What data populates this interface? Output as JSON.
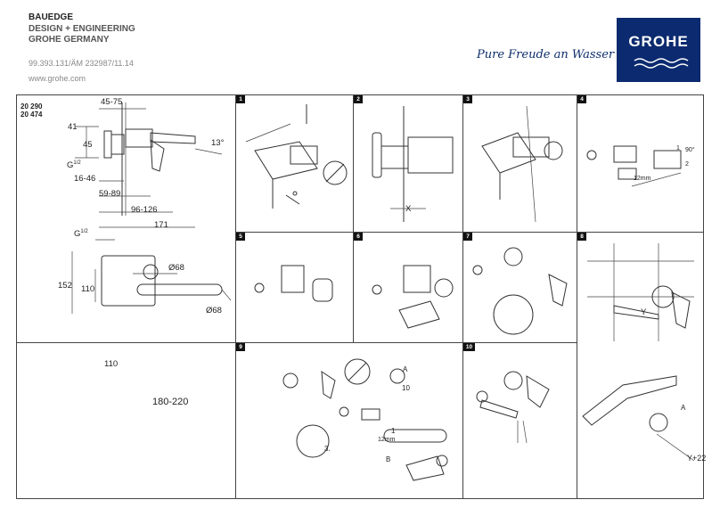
{
  "header": {
    "line1": "BAUEDGE",
    "line2": "DESIGN + ENGINEERING",
    "line3": "GROHE GERMANY",
    "code": "99.393.131/ÄM 232987/11.14",
    "website": "www.grohe.com"
  },
  "slogan": "Pure Freude an Wasser",
  "brand": {
    "name": "GROHE",
    "color": "#0b2a6f"
  },
  "models": [
    "20 290",
    "20 474"
  ],
  "dimensions": {
    "top_width": "45-75",
    "d41": "41",
    "d45": "45",
    "thread1": "G",
    "d16_46": "16-46",
    "d59_89": "59-89",
    "d96_126": "96-126",
    "d171": "171",
    "angle": "13°",
    "thread2": "G",
    "frac": "1/2",
    "d152": "152",
    "d110": "110",
    "dia68a": "Ø68",
    "dia68b": "Ø68",
    "spacing": "110",
    "height_range": "180-220"
  },
  "steps": {
    "s1": "1",
    "s2": "2",
    "s3": "3",
    "s4": "4",
    "s5": "5",
    "s6": "6",
    "s7": "7",
    "s8": "8",
    "s9": "9",
    "s10": "10"
  },
  "step_labels": {
    "x": "X",
    "deg90": "90°",
    "mm12": "12mm",
    "n1": "1",
    "n2": "2",
    "y": "Y",
    "a": "A",
    "b": "B",
    "n3": "3.",
    "ypl": "Y+22",
    "n10": "10",
    "a2": "A"
  }
}
